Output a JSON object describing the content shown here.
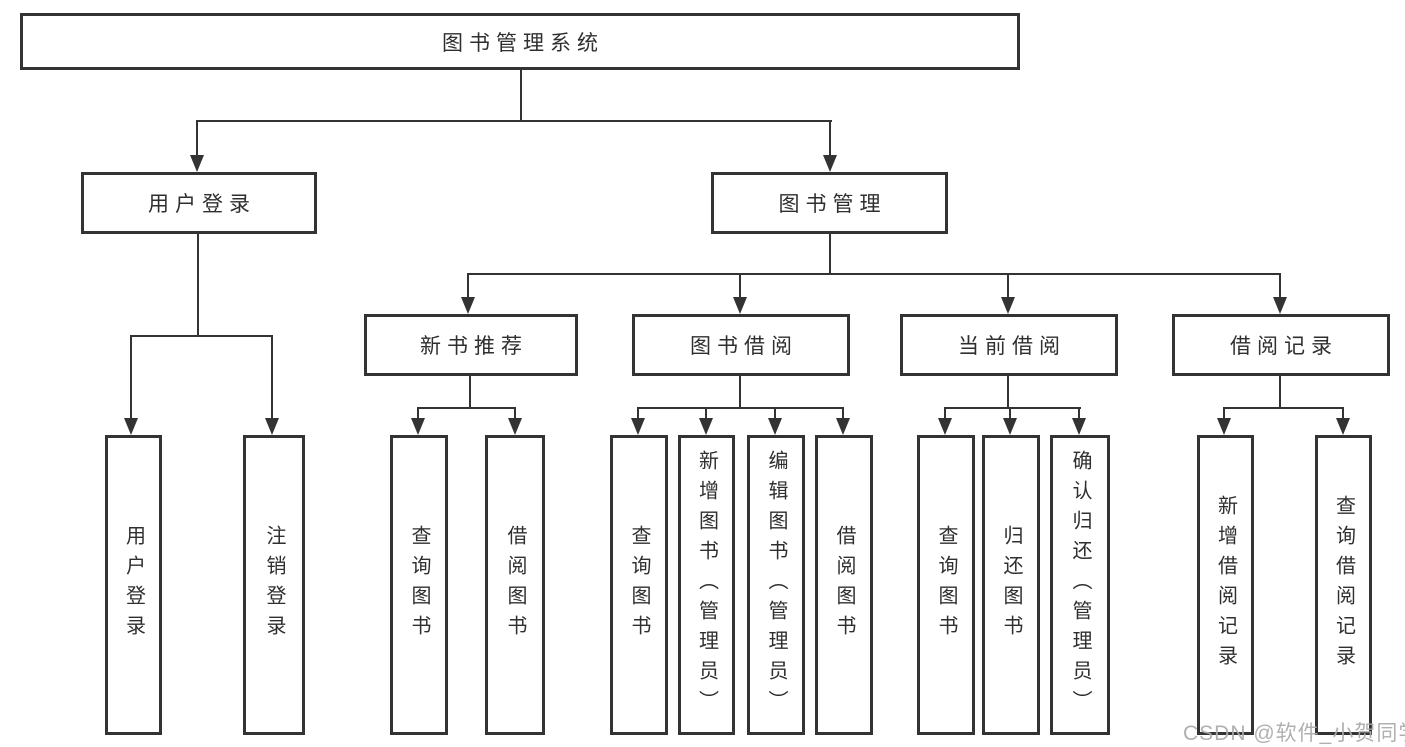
{
  "diagram": {
    "root": "图书管理系统",
    "level2": {
      "user_login": "用户登录",
      "book_mgmt": "图书管理"
    },
    "level3": {
      "new_book": "新书推荐",
      "book_borrow": "图书借阅",
      "current_borrow": "当前借阅",
      "borrow_records": "借阅记录"
    },
    "leaves": {
      "user_login": "用户登录",
      "logout": "注销登录",
      "newbook_query": "查询图书",
      "newbook_borrow": "借阅图书",
      "borrow_query": "查询图书",
      "borrow_add": "新增图书（管理员）",
      "borrow_edit": "编辑图书（管理员）",
      "borrow_borrow": "借阅图书",
      "current_query": "查询图书",
      "current_return": "归还图书",
      "current_confirm": "确认归还（管理员）",
      "records_add": "新增借阅记录",
      "records_query": "查询借阅记录"
    }
  },
  "watermark": "CSDN @软件_小贺同学",
  "colors": {
    "line": "#333333",
    "text": "#2f2f2f",
    "background": "#ffffff",
    "watermark": "#acacac"
  }
}
